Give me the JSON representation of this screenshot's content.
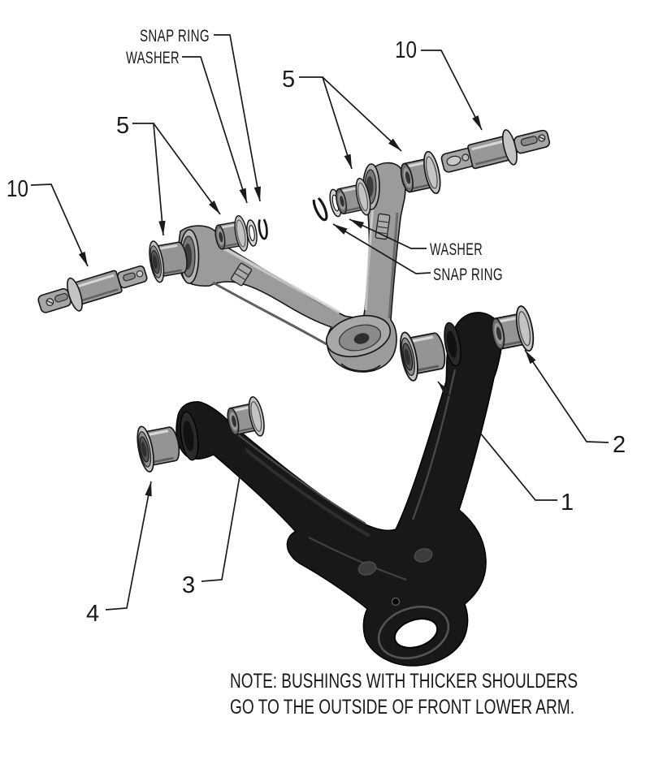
{
  "figure": {
    "type": "exploded-parts-diagram",
    "subject": "front-suspension-control-arm-bushings",
    "background": "#ffffff",
    "line_color": "#1a1a1a",
    "part_colors": {
      "upper_arm_gray": "#9b9b9b",
      "flange_light_gray": "#c4c4c4",
      "bore_dark_gray": "#555555",
      "lower_arm_black": "#181818"
    },
    "callouts": {
      "snap_ring_top": "SNAP RING",
      "washer_top": "WASHER",
      "five_upper_left": "5",
      "five_upper_right": "5",
      "ten_right": "10",
      "ten_left": "10",
      "washer_right": "WASHER",
      "snap_ring_right": "SNAP RING",
      "item_2": "2",
      "item_1": "1",
      "item_3": "3",
      "item_4": "4"
    },
    "note": {
      "line1": "NOTE: BUSHINGS WITH THICKER SHOULDERS",
      "line2": "GO TO THE OUTSIDE OF FRONT LOWER ARM."
    }
  }
}
